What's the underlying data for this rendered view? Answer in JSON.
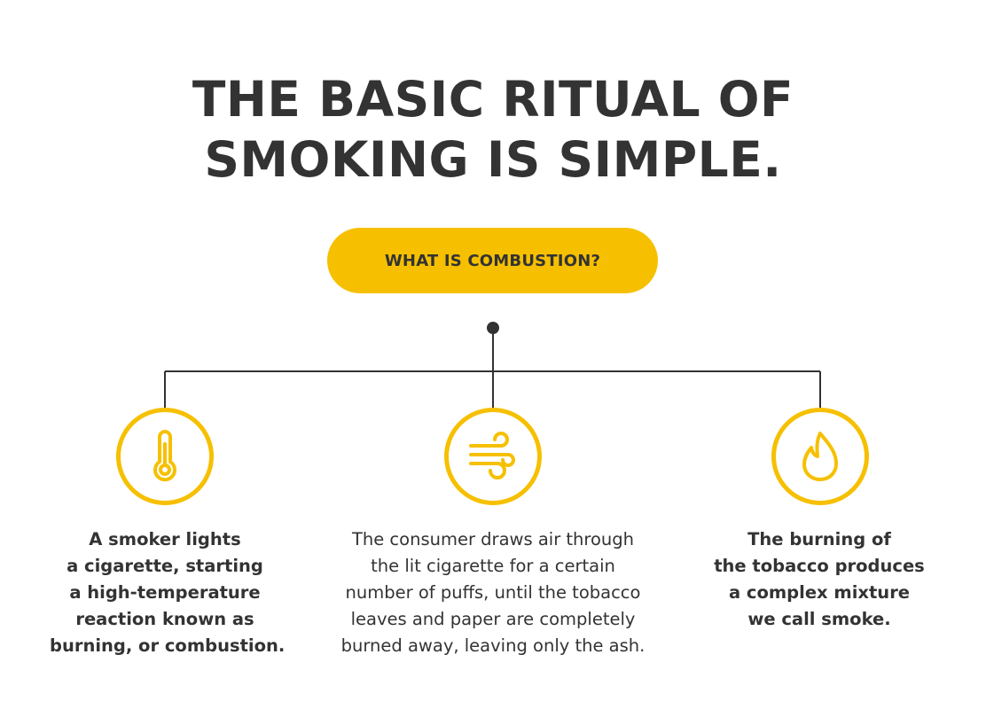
{
  "title": {
    "line1": "THE BASIC RITUAL OF",
    "line2": "SMOKING IS SIMPLE."
  },
  "button": {
    "label": "WHAT IS COMBUSTION?"
  },
  "steps": [
    {
      "icon": "thermometer-icon",
      "lines": [
        "A smoker lights",
        "a cigarette, starting",
        "a high-temperature",
        "reaction known as",
        "burning, or combustion."
      ]
    },
    {
      "icon": "wind-icon",
      "lines": [
        "The consumer draws air through",
        "the lit cigarette for a certain",
        "number of puffs, until the tobacco",
        "leaves and paper are completely",
        "burned away, leaving only the ash."
      ]
    },
    {
      "icon": "flame-icon",
      "lines": [
        "The burning of",
        "the tobacco produces",
        "a complex mixture",
        "we call smoke."
      ]
    }
  ],
  "colors": {
    "accent": "#f6c000",
    "text": "#333333",
    "background": "#ffffff"
  }
}
